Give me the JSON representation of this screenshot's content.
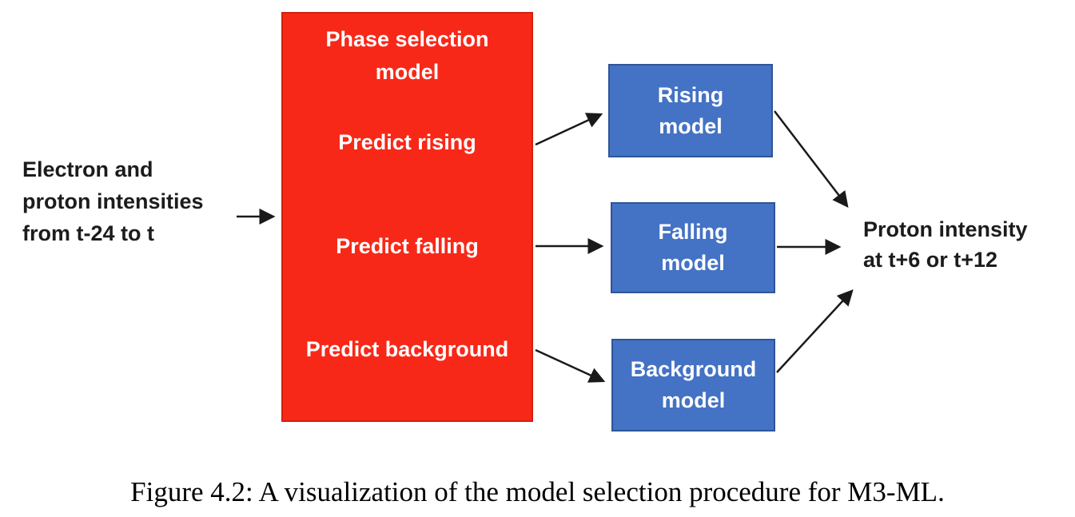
{
  "diagram": {
    "input_label": {
      "lines": [
        "Electron and",
        "proton intensities",
        "from t-24 to t"
      ]
    },
    "phase_box": {
      "title_lines": [
        "Phase selection",
        "model"
      ],
      "options": [
        "Predict rising",
        "Predict falling",
        "Predict background"
      ]
    },
    "model_boxes": [
      {
        "lines": [
          "Rising",
          "model"
        ]
      },
      {
        "lines": [
          "Falling",
          "model"
        ]
      },
      {
        "lines": [
          "Background",
          "model"
        ]
      }
    ],
    "output_label": {
      "lines": [
        "Proton intensity",
        "at t+6 or t+12"
      ]
    },
    "colors": {
      "phase_box_fill": "#f82818",
      "phase_box_border": "#d41e10",
      "model_box_fill": "#4472c4",
      "model_box_border": "#2f5597",
      "box_text": "#ffffff",
      "label_text": "#1c1c1c",
      "arrow": "#1a1a1a"
    }
  },
  "caption": "Figure 4.2: A visualization of the model selection procedure for M3-ML."
}
